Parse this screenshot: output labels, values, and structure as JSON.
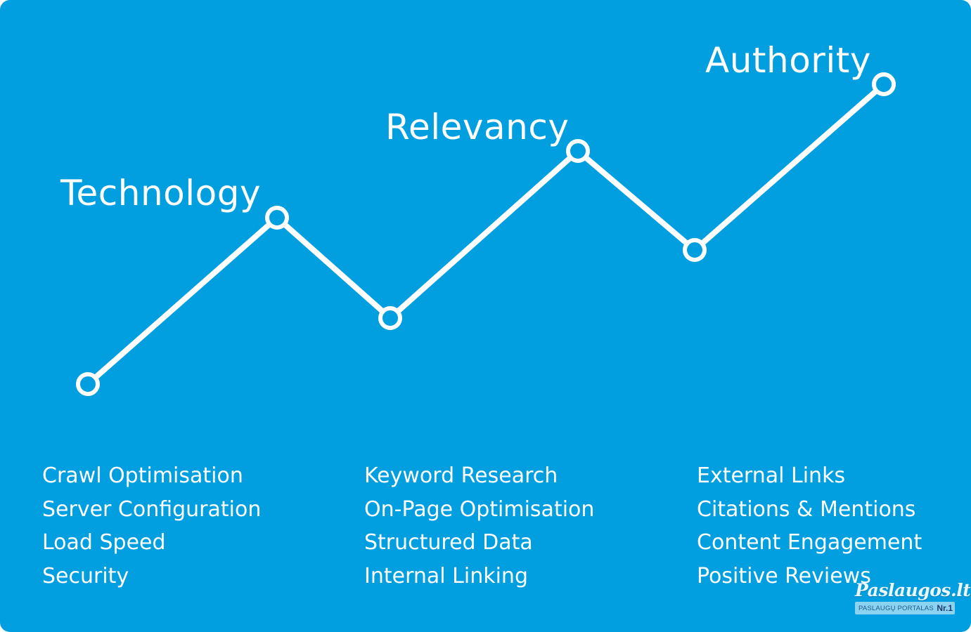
{
  "stages": [
    {
      "title": "Technology",
      "items": [
        "Crawl Optimisation",
        "Server Configuration",
        "Load Speed",
        "Security"
      ]
    },
    {
      "title": "Relevancy",
      "items": [
        "Keyword Research",
        "On-Page Optimisation",
        "Structured Data",
        "Internal Linking"
      ]
    },
    {
      "title": "Authority",
      "items": [
        "External Links",
        "Citations & Mentions",
        "Content Engagement",
        "Positive Reviews"
      ]
    }
  ],
  "watermark": {
    "brand": "Paslaugos.lt",
    "tagline": "PASLAUGŲ PORTALAS",
    "rank": "Nr.1"
  },
  "colors": {
    "background": "#019ee0",
    "line": "#ffffff",
    "node_fill": "#019ee0"
  },
  "icons": {
    "node": "circle-node-icon"
  }
}
